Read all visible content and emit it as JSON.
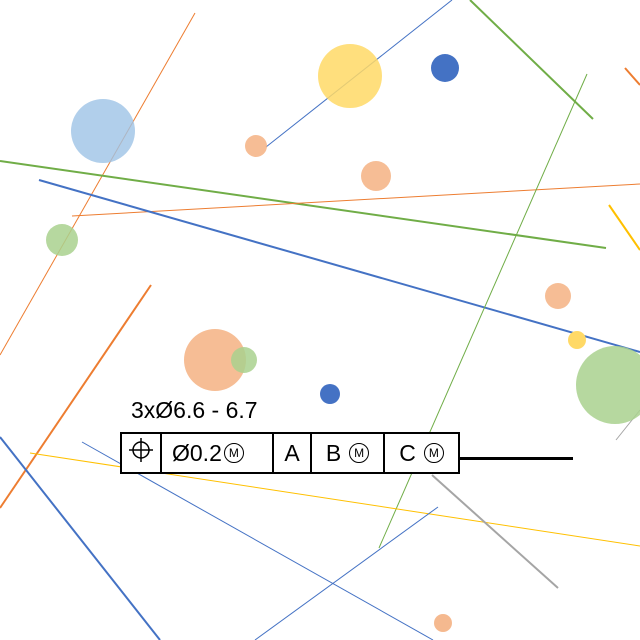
{
  "annotation": {
    "hole_spec": "3xØ6.6 - 6.7"
  },
  "feature_control_frame": {
    "symbol_icon": "position-icon",
    "tolerance_value": "Ø0.2",
    "tolerance_modifier": "M",
    "datum_a": "A",
    "datum_b": "B",
    "datum_b_modifier": "M",
    "datum_c": "C",
    "datum_c_modifier": "M"
  },
  "palette": {
    "blue": "#4472c4",
    "orange": "#ed7d31",
    "green": "#70ad47",
    "yellow": "#ffc000",
    "light_blue": "#9dc3e6",
    "peach": "#f4b183",
    "light_green": "#a9d18e",
    "light_yellow": "#ffd966",
    "gray": "#a5a5a5"
  }
}
